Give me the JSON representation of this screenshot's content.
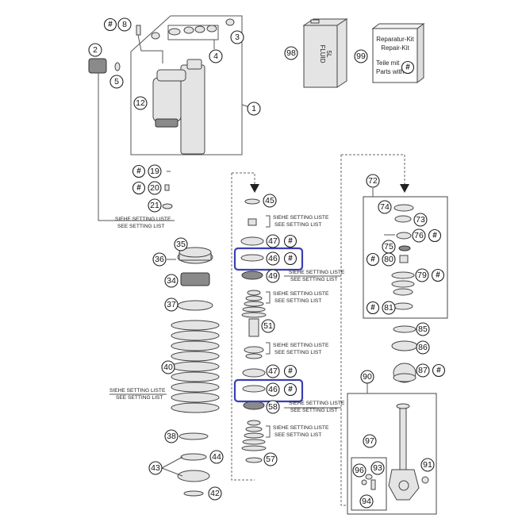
{
  "diagram": {
    "hash_symbol": "#",
    "setting_note": {
      "line1": "SIEHE SETTING LISTE",
      "line2": "SEE SETTING LIST"
    },
    "repair_kit": {
      "line1": "Reparatur-Kit",
      "line2": "Repair-Kit",
      "line3": "Teile mit",
      "line4": "Parts with"
    },
    "fluid_can": {
      "label": "FLUID",
      "volume": "5L"
    },
    "callouts": {
      "c1": "1",
      "c2": "2",
      "c3": "3",
      "c4": "4",
      "c5": "5",
      "c8": "8",
      "c12": "12",
      "c19": "19",
      "c20": "20",
      "c21": "21",
      "c34": "34",
      "c35": "35",
      "c36": "36",
      "c37": "37",
      "c38": "38",
      "c40": "40",
      "c42": "42",
      "c43": "43",
      "c44": "44",
      "c45": "45",
      "c46a": "46",
      "c46b": "46",
      "c47a": "47",
      "c47b": "47",
      "c49": "49",
      "c51": "51",
      "c57": "57",
      "c58": "58",
      "c72": "72",
      "c73": "73",
      "c74": "74",
      "c75": "75",
      "c76": "76",
      "c79": "79",
      "c80": "80",
      "c81": "81",
      "c85": "85",
      "c86": "86",
      "c87": "87",
      "c90": "90",
      "c91": "91",
      "c93": "93",
      "c94": "94",
      "c96": "96",
      "c97": "97",
      "c98": "98",
      "c99": "99"
    }
  }
}
